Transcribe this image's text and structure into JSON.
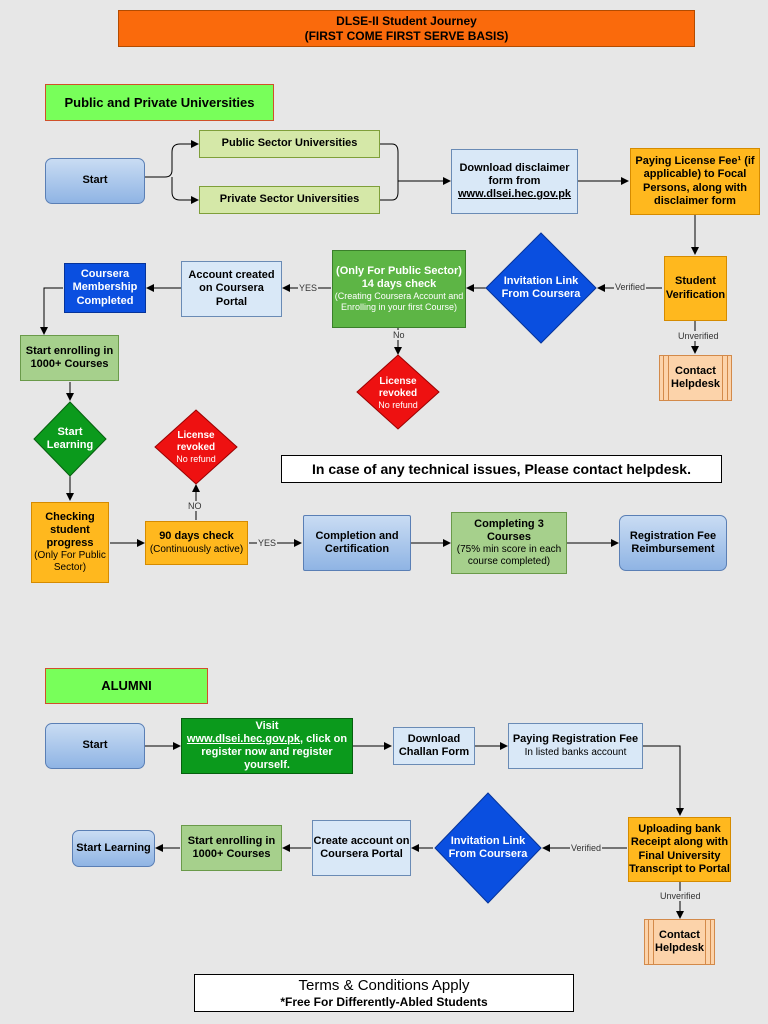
{
  "title": {
    "line1": "DLSE-II Student Journey",
    "line2": "(FIRST COME FIRST SERVE BASIS)"
  },
  "section1": {
    "heading": "Public and Private Universities",
    "start": "Start",
    "public_unis": "Public Sector Universities",
    "private_unis": "Private Sector Universities",
    "download": {
      "line1": "Download disclaimer",
      "line2": "form from",
      "link": "www.dlsei.hec.gov.pk"
    },
    "license_fee": "Paying License Fee¹ (if applicable) to Focal Persons, along with disclaimer form",
    "student_verification": "Student Verification",
    "verified": "Verified",
    "unverified": "Unverified",
    "contact_helpdesk": "Contact Helpdesk",
    "invitation": "Invitation Link From Coursera",
    "check14": {
      "line1": "(Only For Public Sector)",
      "line2": "14 days check",
      "sub": "(Creating Coursera Account and Enrolling in your first Course)"
    },
    "no": "No",
    "yes": "YES",
    "license_revoked": "License revoked",
    "no_refund": "No refund",
    "account_created": "Account created on Coursera Portal",
    "membership": "Coursera Membership Completed",
    "enroll": "Start enrolling in 1000+ Courses",
    "start_learning": "Start Learning",
    "checking": {
      "line1": "Checking student progress",
      "sub": "(Only For Public Sector)"
    },
    "check90": {
      "line1": "90 days check",
      "sub": "(Continuously active)"
    },
    "no_label": "NO",
    "completion": "Completion and Certification",
    "completing3": {
      "line1": "Completing 3 Courses",
      "sub": "(75% min score in each course completed)"
    },
    "reimbursement": "Registration Fee Reimbursement",
    "notice": "In case of any technical issues, Please contact helpdesk."
  },
  "section2": {
    "heading": "ALUMNI",
    "start": "Start",
    "visit": {
      "line1": "Visit",
      "link": "www.dlsei.hec.gov.pk",
      "rest": ", click on register now and register yourself."
    },
    "challan": "Download Challan Form",
    "reg_fee": {
      "line1": "Paying Registration Fee",
      "sub": "In listed banks account"
    },
    "uploading": "Uploading bank Receipt along with Final University Transcript to Portal",
    "verified": "Verified",
    "unverified": "Unverified",
    "contact_helpdesk": "Contact Helpdesk",
    "invitation": "Invitation Link From Coursera",
    "create_account": "Create account on Coursera Portal",
    "enroll": "Start enrolling in 1000+ Courses",
    "start_learning": "Start Learning"
  },
  "footer": {
    "terms": "Terms & Conditions Apply",
    "star": "*",
    "free": "Free For Differently-Abled Students"
  }
}
